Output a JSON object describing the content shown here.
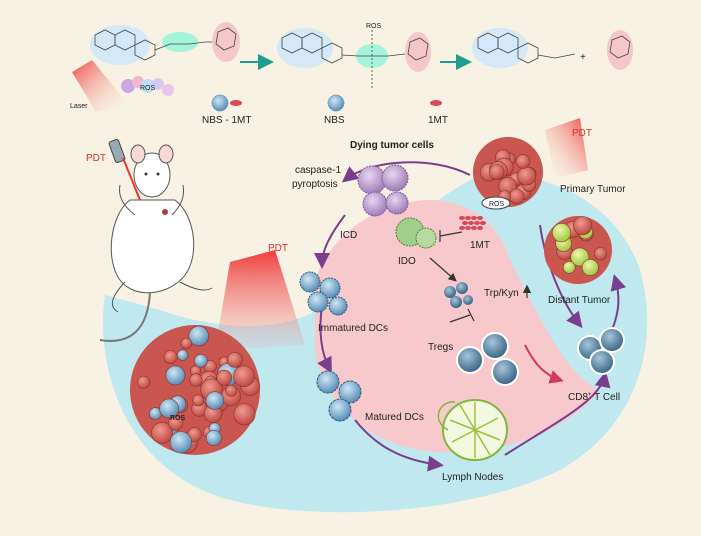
{
  "colors": {
    "background": "#f7f2e3",
    "cyan_region": "#bfe8ef",
    "pink_region": "#f7c9cd",
    "arrow_purple": "#7a3e8c",
    "arrow_teal": "#1f9e8f",
    "laser_red": "#d6322e",
    "tumor_red": "#c9564f",
    "dc_blue": "#5a8fb8",
    "tcell_blue": "#3d6f92"
  },
  "top_scheme": {
    "laser_label": "Laser",
    "ros_label_1": "ROS",
    "ros_label_2": "ROS",
    "nbs_1mt_label": "NBS - 1MT",
    "nbs_label": "NBS",
    "mt_label": "1MT",
    "plus_sign": "+"
  },
  "labels": {
    "pdt_left": "PDT",
    "pdt_mid": "PDT",
    "pdt_right": "PDT",
    "dying_tumor_cells": "Dying tumor cells",
    "caspase_line1": "caspase-1",
    "caspase_line2": "pyroptosis",
    "primary_tumor": "Primary Tumor",
    "ros_tumor": "ROS",
    "ros_big": "ROS",
    "icd": "ICD",
    "ido": "IDO",
    "mt_free": "1MT",
    "trp_kyn": "Trp/Kyn",
    "distant_tumor": "Distant Tumor",
    "immatured_dcs": "Immatured DCs",
    "tregs": "Tregs",
    "matured_dcs": "Matured DCs",
    "cd8_prefix": "CD8",
    "cd8_sup": "+",
    "cd8_suffix": " T Cell",
    "lymph_nodes": "Lymph Nodes"
  }
}
